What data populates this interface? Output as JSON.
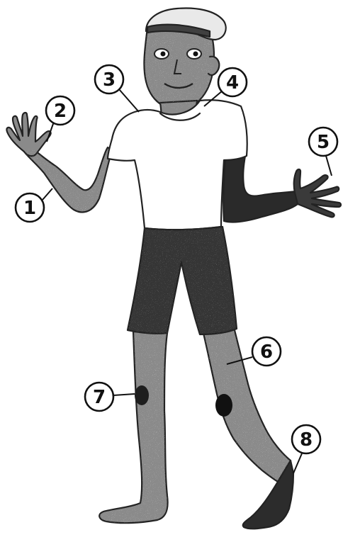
{
  "diagram": {
    "callouts": [
      {
        "number": "1"
      },
      {
        "number": "2"
      },
      {
        "number": "3"
      },
      {
        "number": "4"
      },
      {
        "number": "5"
      },
      {
        "number": "6"
      },
      {
        "number": "7"
      },
      {
        "number": "8"
      }
    ]
  },
  "colors": {
    "skin_speckle": "#7d7d7d",
    "dark_patch": "#1e1e1e",
    "shorts": "#353535",
    "shirt": "#ffffff",
    "outline": "#222222"
  }
}
